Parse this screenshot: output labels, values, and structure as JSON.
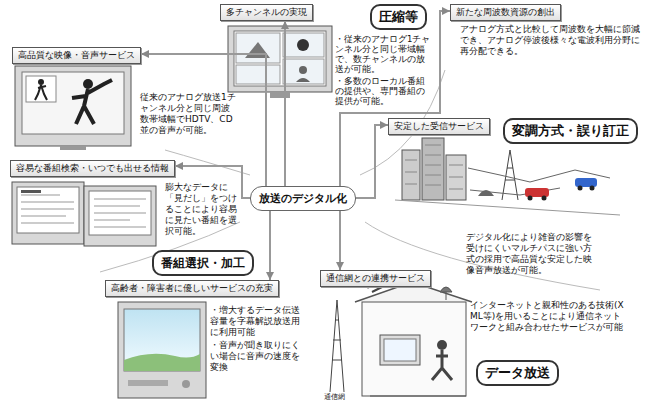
{
  "diagram": {
    "nodes": [
      {
        "text": [
          "放送のデジタル化"
        ]
      },
      {
        "text": [
          "高品質な映像・音声サービス"
        ]
      },
      {
        "text": [
          "多チャンネルの実現"
        ]
      },
      {
        "text": [
          "圧縮等"
        ]
      },
      {
        "text": [
          "新たな周波数資源の創出"
        ]
      },
      {
        "text": [
          "安定した受信サービス"
        ]
      },
      {
        "text": [
          "変調方式・誤り訂正"
        ]
      },
      {
        "text": [
          "通信網との連携サービス"
        ]
      },
      {
        "text": [
          "データ放送"
        ]
      },
      {
        "text": [
          "高齢者・障害者に優しいサービスの充実"
        ]
      },
      {
        "text": [
          "容易な番組検索・いつでも出せる情報"
        ]
      },
      {
        "text": [
          "番組選択・加工"
        ]
      }
    ],
    "edges": [
      {
        "from": 0,
        "to": 1,
        "arrow": "to"
      },
      {
        "from": 0,
        "to": 2,
        "arrow": "to"
      },
      {
        "from": 0,
        "to": 4,
        "arrow": "to"
      },
      {
        "from": 0,
        "to": 5,
        "arrow": "to"
      },
      {
        "from": 0,
        "to": 7,
        "arrow": "to"
      },
      {
        "from": 0,
        "to": 9,
        "arrow": "to"
      },
      {
        "from": 0,
        "to": 10,
        "arrow": "to"
      }
    ],
    "labels": [
      "従来のアナログ放送1チャンネル分と同じ周波数帯域幅でHDTV、CD並の音声が可能。",
      "・従来のアナログ1チャンネル分と同じ帯域幅で、数チャンネルの放送が可能。",
      "・多数のローカル番組の提供や、専門番組の提供が可能。",
      "アナログ方式と比較して周波数を大幅に節減でき、アナログ停波後様々な電波利用分野に再分配できる。",
      "デジタル化により雑音の影響を受けにくいマルチパスに強い方式の採用で高品質な安定した映像音声放送が可能。",
      "膨大なデータに「見だし」をつけることにより容易に見たい番組を選択可能。",
      "・増大するデータ伝送容量を字幕解説放送用に利用可能",
      "・音声が聞き取りにくい場合に音声の速度を変換",
      "インターネットと親和性のある技術(XML等)を用いることにより通信ネットワークと組み合わせたサービスが可能",
      "通信網"
    ]
  }
}
